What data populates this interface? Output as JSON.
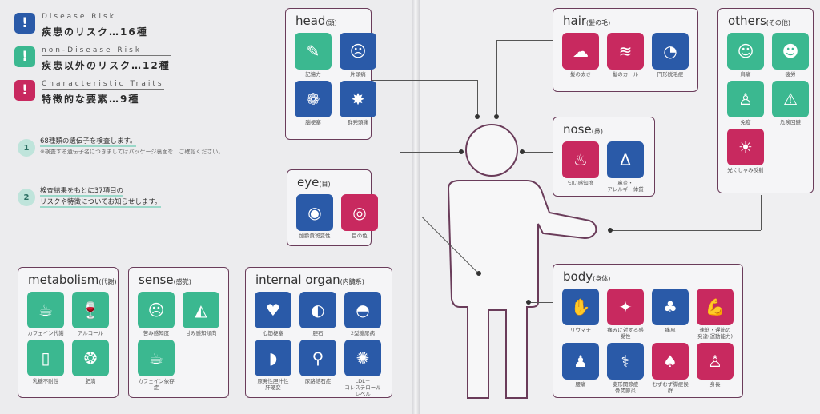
{
  "legend": [
    {
      "en": "Disease Risk",
      "jp": "疾患のリスク…16種",
      "color": "#2a5aa8"
    },
    {
      "en": "non-Disease Risk",
      "jp": "疾患以外のリスク…12種",
      "color": "#3bb890"
    },
    {
      "en": "Characteristic Traits",
      "jp": "特徴的な要素…9種",
      "color": "#c8295f"
    }
  ],
  "points": [
    {
      "num": "1",
      "line1": "68種類の遺伝子を検査します。",
      "note": "※検査する遺伝子名につきましてはパッケージ裏面を　ご確認ください。"
    },
    {
      "num": "2",
      "line1": "検査結果をもとに37項目の",
      "line2": "リスクや特徴についてお知らせします。"
    }
  ],
  "groups": {
    "head": {
      "title": "head",
      "sub": "(頭)",
      "items": [
        {
          "label": "記憶力",
          "color": "green",
          "icon": "brain-memory-icon",
          "glyph": "✎"
        },
        {
          "label": "片頭痛",
          "color": "blue",
          "icon": "headache-face-icon",
          "glyph": "☹"
        },
        {
          "label": "脳梗塞",
          "color": "blue",
          "icon": "brain-icon",
          "glyph": "❁"
        },
        {
          "label": "群発頭痛",
          "color": "blue",
          "icon": "cluster-headache-icon",
          "glyph": "✸"
        }
      ]
    },
    "hair": {
      "title": "hair",
      "sub": "(髪の毛)",
      "items": [
        {
          "label": "髪の太さ",
          "color": "pink",
          "icon": "hair-thickness-icon",
          "glyph": "☁"
        },
        {
          "label": "髪のカール",
          "color": "pink",
          "icon": "hair-curl-icon",
          "glyph": "≋"
        },
        {
          "label": "円形脱毛症",
          "color": "blue",
          "icon": "alopecia-icon",
          "glyph": "◔"
        }
      ]
    },
    "nose": {
      "title": "nose",
      "sub": "(鼻)",
      "items": [
        {
          "label": "匂い感知度",
          "color": "pink",
          "icon": "nose-smell-icon",
          "glyph": "♨"
        },
        {
          "label": "鼻炎・\nアレルギー体質",
          "color": "blue",
          "icon": "nose-icon",
          "glyph": "ᐃ"
        }
      ]
    },
    "eye": {
      "title": "eye",
      "sub": "(目)",
      "items": [
        {
          "label": "加齢黄斑変性",
          "color": "blue",
          "icon": "eye-degeneration-icon",
          "glyph": "◉"
        },
        {
          "label": "目の色",
          "color": "pink",
          "icon": "eye-color-icon",
          "glyph": "◎"
        }
      ]
    },
    "others": {
      "title": "others",
      "sub": "(その他)",
      "items": [
        {
          "label": "肩痛",
          "color": "green",
          "icon": "face-icon",
          "glyph": "☺"
        },
        {
          "label": "疲労",
          "color": "green",
          "icon": "fatigue-icon",
          "glyph": "☻"
        },
        {
          "label": "免疫",
          "color": "green",
          "icon": "immunity-icon",
          "glyph": "♙"
        },
        {
          "label": "危険回避",
          "color": "green",
          "icon": "warning-icon",
          "glyph": "⚠"
        },
        {
          "label": "光くしゃみ反射",
          "color": "pink",
          "icon": "sneeze-icon",
          "glyph": "☀"
        }
      ]
    },
    "body": {
      "title": "body",
      "sub": "(身体)",
      "items": [
        {
          "label": "リウマチ",
          "color": "blue",
          "icon": "hand-icon",
          "glyph": "✋"
        },
        {
          "label": "痛みに対する感受性",
          "color": "pink",
          "icon": "pain-sensitivity-icon",
          "glyph": "✦"
        },
        {
          "label": "痛風",
          "color": "blue",
          "icon": "foot-icon",
          "glyph": "♣"
        },
        {
          "label": "速筋・遅筋の\n発達(運動能力)",
          "color": "pink",
          "icon": "muscle-icon",
          "glyph": "💪"
        },
        {
          "label": "腰痛",
          "color": "blue",
          "icon": "back-pain-icon",
          "glyph": "♟"
        },
        {
          "label": "変形関節症\n骨関節炎",
          "color": "blue",
          "icon": "knee-icon",
          "glyph": "⚕"
        },
        {
          "label": "むずむず脚症候群",
          "color": "pink",
          "icon": "feet-icon",
          "glyph": "♠"
        },
        {
          "label": "身長",
          "color": "pink",
          "icon": "height-icon",
          "glyph": "♙"
        }
      ]
    },
    "metabolism": {
      "title": "metabolism",
      "sub": "(代謝)",
      "items": [
        {
          "label": "カフェイン代謝",
          "color": "green",
          "icon": "coffee-icon",
          "glyph": "☕"
        },
        {
          "label": "アルコール",
          "color": "green",
          "icon": "alcohol-icon",
          "glyph": "🍷"
        },
        {
          "label": "乳糖不耐性",
          "color": "green",
          "icon": "milk-icon",
          "glyph": "▯"
        },
        {
          "label": "肥満",
          "color": "green",
          "icon": "obesity-icon",
          "glyph": "❂"
        }
      ]
    },
    "sense": {
      "title": "sense",
      "sub": "(感覚)",
      "items": [
        {
          "label": "苦み感知度",
          "color": "green",
          "icon": "bitter-face-icon",
          "glyph": "☹"
        },
        {
          "label": "甘み感知傾向",
          "color": "green",
          "icon": "cake-icon",
          "glyph": "◭"
        },
        {
          "label": "カフェイン依存症",
          "color": "green",
          "icon": "cup-icon",
          "glyph": "☕"
        }
      ]
    },
    "internal": {
      "title": "internal organ",
      "sub": "(内臓系)",
      "items": [
        {
          "label": "心筋梗塞",
          "color": "blue",
          "icon": "heart-icon",
          "glyph": "♥"
        },
        {
          "label": "胆石",
          "color": "blue",
          "icon": "gallstone-icon",
          "glyph": "◐"
        },
        {
          "label": "2型糖尿病",
          "color": "blue",
          "icon": "rice-bowl-icon",
          "glyph": "◓"
        },
        {
          "label": "原発性胆汁性\n肝硬変",
          "color": "blue",
          "icon": "liver-icon",
          "glyph": "◗"
        },
        {
          "label": "尿路結石症",
          "color": "blue",
          "icon": "faucet-icon",
          "glyph": "⚲"
        },
        {
          "label": "LDL－\nコレステロール\nレベル",
          "color": "blue",
          "icon": "cholesterol-icon",
          "glyph": "✺"
        }
      ]
    }
  }
}
